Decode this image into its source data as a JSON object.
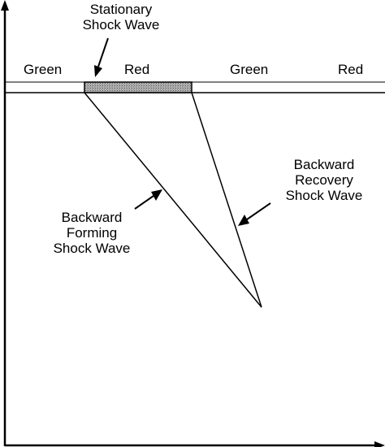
{
  "colors": {
    "ink": "#000000",
    "background": "#ffffff",
    "red_phase_fill": "#b3b3b3"
  },
  "signal_phases": [
    "Green",
    "Red",
    "Green",
    "Red"
  ],
  "labels": {
    "stationary": {
      "line1": "Stationary",
      "line2": "Shock Wave"
    },
    "forming": {
      "line1": "Backward",
      "line2": "Forming",
      "line3": "Shock Wave"
    },
    "recovery": {
      "line1": "Backward",
      "line2": "Recovery",
      "line3": "Shock Wave"
    }
  }
}
